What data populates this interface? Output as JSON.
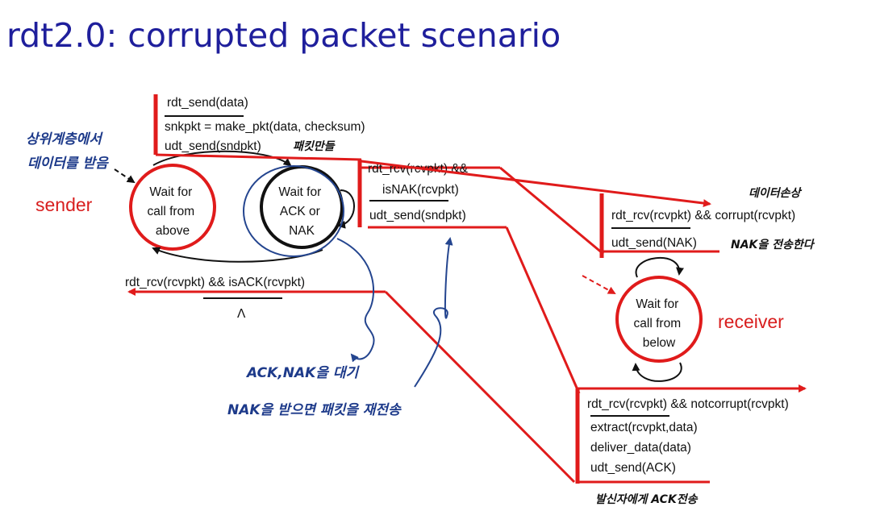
{
  "title": "rdt2.0: corrupted packet scenario",
  "roles": {
    "sender": "sender",
    "receiver": "receiver"
  },
  "states": {
    "sender_wait_call": [
      "Wait for",
      "call from",
      "above"
    ],
    "sender_wait_ack": [
      "Wait for",
      "ACK or",
      "NAK"
    ],
    "receiver_wait_call": [
      "Wait for",
      "call from",
      "below"
    ]
  },
  "transitions": {
    "send": {
      "event": "rdt_send(data)",
      "action1": "snkpkt = make_pkt(data, checksum)",
      "action2": "udt_send(sndpkt)"
    },
    "nak": {
      "event1": "rdt_rcv(rcvpkt) &&",
      "event2": "isNAK(rcvpkt)",
      "action": "udt_send(sndpkt)"
    },
    "ack": {
      "event": "rdt_rcv(rcvpkt) && isACK(rcvpkt)",
      "action": "Λ"
    },
    "corrupt": {
      "event": "rdt_rcv(rcvpkt) && corrupt(rcvpkt)",
      "action": "udt_send(NAK)"
    },
    "notcorrupt": {
      "event": "rdt_rcv(rcvpkt) &&  notcorrupt(rcvpkt)",
      "action1": "extract(rcvpkt,data)",
      "action2": "deliver_data(data)",
      "action3": "udt_send(ACK)"
    }
  },
  "annotations": {
    "upper_layer_1": "상위계층에서",
    "upper_layer_2": "데이터를 받음",
    "make_packet": "패킷만들",
    "data_damaged": "데이터손상",
    "send_nak": "NAK을 전송한다",
    "wait_ack_nak": "ACK,NAK을 대기",
    "resend_on_nak": "NAK을 받으면 패킷을 재전송",
    "send_ack": "발신자에게 ACK전송"
  },
  "colors": {
    "title": "#1f1f9c",
    "transition": "#e01b1b",
    "handwriting": "#1d3a8a"
  }
}
